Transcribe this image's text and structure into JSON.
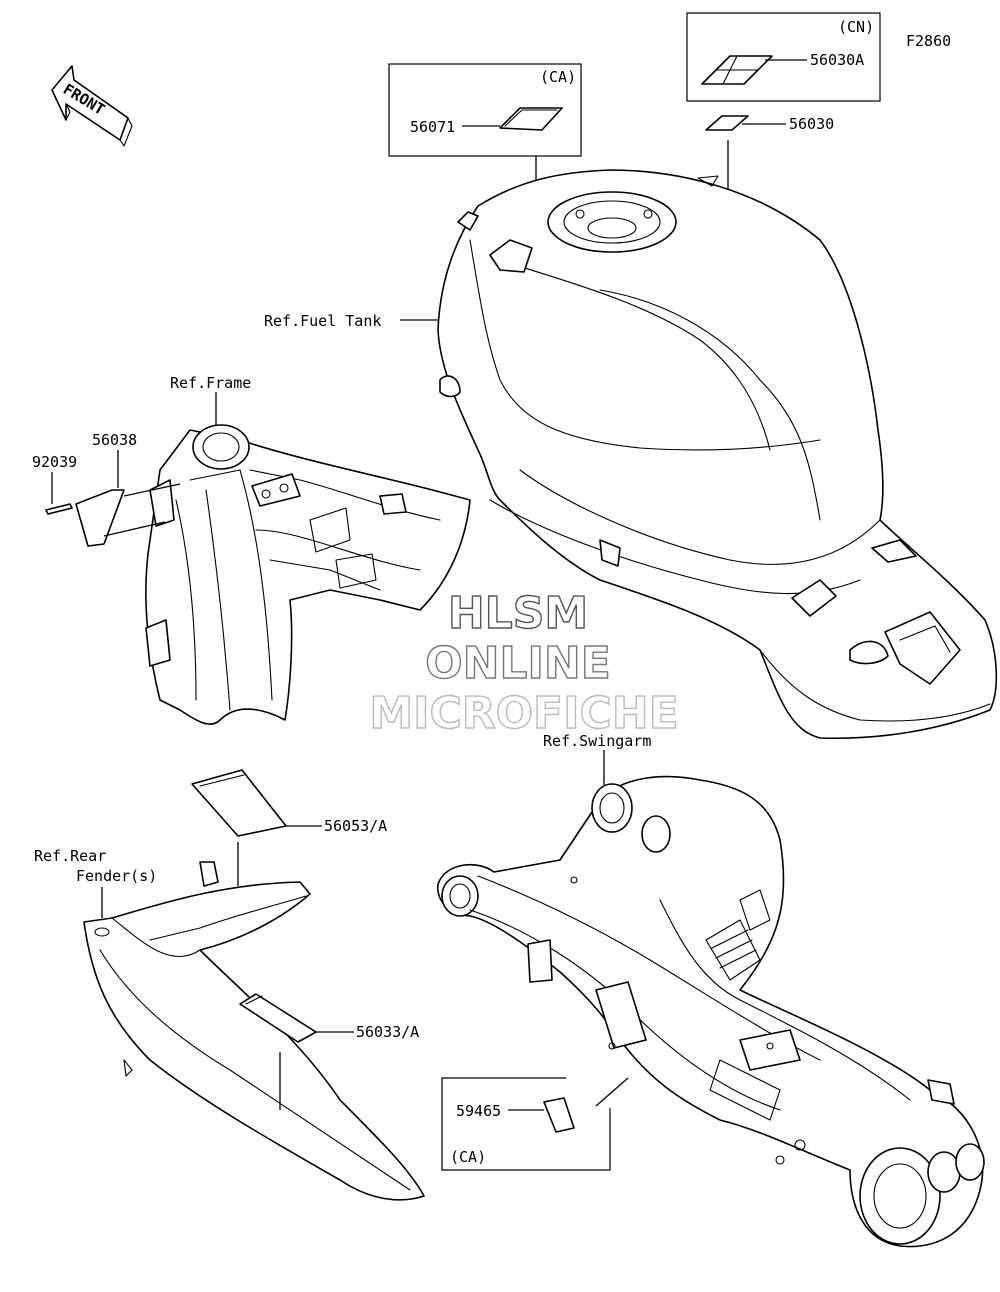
{
  "figure_code": "F2860",
  "front_arrow_label": "FRONT",
  "watermark": {
    "line1": "HLSM",
    "line2": "ONLINE",
    "line3": "MICROFICHE"
  },
  "refs": {
    "fuel_tank": "Ref.Fuel Tank",
    "frame": "Ref.Frame",
    "swingarm": "Ref.Swingarm",
    "rear_fender_line1": "Ref.Rear",
    "rear_fender_line2": "Fender(s)"
  },
  "parts": {
    "p56071": "56071",
    "p56030A": "56030A",
    "p56030": "56030",
    "p92039": "92039",
    "p56038": "56038",
    "p56053A": "56053/A",
    "p56033A": "56033/A",
    "p59465": "59465"
  },
  "region_tags": {
    "ca_top": "(CA)",
    "cn": "(CN)",
    "ca_bottom": "(CA)"
  }
}
